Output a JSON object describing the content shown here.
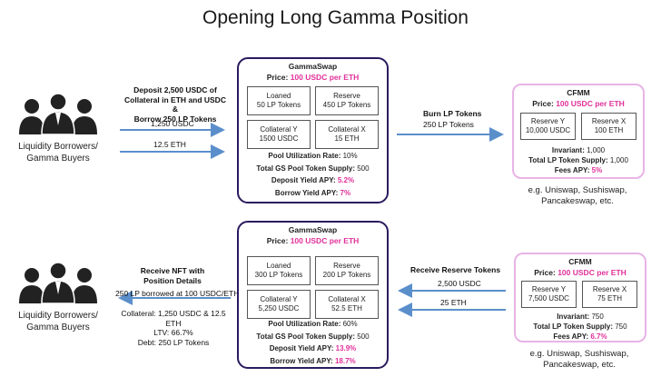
{
  "title": "Opening Long Gamma Position",
  "panels": [
    {
      "actor_label": [
        "Liquidity Borrowers/",
        "Gamma Buyers"
      ],
      "left_action": [
        "Deposit 2,500 USDC of",
        "Collateral in ETH and USDC &",
        "Borrow 250 LP Tokens"
      ],
      "left_flows": [
        "1,250 USDC",
        "12.5 ETH"
      ],
      "gammaswap": {
        "title": "GammaSwap",
        "price_label": "Price: ",
        "price_value": "100 USDC per ETH",
        "cells": [
          [
            "Loaned",
            "50 LP Tokens"
          ],
          [
            "Reserve",
            "450 LP Tokens"
          ],
          [
            "Collateral Y",
            "1500 USDC"
          ],
          [
            "Collateral X",
            "15 ETH"
          ]
        ],
        "stats": [
          {
            "label": "Pool Utilization Rate:",
            "value": " 10%",
            "highlight": false
          },
          {
            "label": "Total GS Pool Token Supply:",
            "value": " 500",
            "highlight": false
          },
          {
            "label": "Deposit Yield APY:",
            "value": " 5.2%",
            "highlight": true
          },
          {
            "label": "Borrow Yield APY:",
            "value": " 7%",
            "highlight": true
          }
        ]
      },
      "right_action": [
        "Burn LP Tokens"
      ],
      "right_flows": [
        "250 LP Tokens"
      ],
      "cfmm": {
        "title": "CFMM",
        "price_label": "Price: ",
        "price_value": "100 USDC per ETH",
        "cells": [
          [
            "Reserve Y",
            "10,000 USDC"
          ],
          [
            "Reserve X",
            "100 ETH"
          ]
        ],
        "stats": [
          {
            "label": "Invariant:",
            "value": " 1,000",
            "highlight": false
          },
          {
            "label": "Total LP Token Supply:",
            "value": " 1,000",
            "highlight": false
          },
          {
            "label": "Fees APY:",
            "value": " 5%",
            "highlight": true
          }
        ]
      },
      "examples": [
        "e.g. Uniswap, Sushiswap,",
        "Pancakeswap, etc."
      ]
    },
    {
      "actor_label": [
        "Liquidity Borrowers/",
        "Gamma Buyers"
      ],
      "left_action": [
        "Receive NFT with",
        "Position Details"
      ],
      "left_flows": [
        "250 LP borrowed  at 100 USDC/ETH",
        "Collateral: 1,250 USDC & 12.5 ETH",
        "LTV: 66.7%",
        "Debt: 250 LP Tokens"
      ],
      "gammaswap": {
        "title": "GammaSwap",
        "price_label": "Price: ",
        "price_value": "100 USDC per ETH",
        "cells": [
          [
            "Loaned",
            "300 LP Tokens"
          ],
          [
            "Reserve",
            "200 LP Tokens"
          ],
          [
            "Collateral Y",
            "5,250 USDC"
          ],
          [
            "Collateral X",
            "52.5 ETH"
          ]
        ],
        "stats": [
          {
            "label": "Pool Utilization Rate:",
            "value": " 60%",
            "highlight": false
          },
          {
            "label": "Total GS Pool Token Supply:",
            "value": " 500",
            "highlight": false
          },
          {
            "label": "Deposit Yield APY:",
            "value": " 13.9%",
            "highlight": true
          },
          {
            "label": "Borrow Yield APY:",
            "value": " 18.7%",
            "highlight": true
          }
        ]
      },
      "right_action": [
        "Receive Reserve Tokens"
      ],
      "right_flows": [
        "2,500 USDC",
        "25 ETH"
      ],
      "cfmm": {
        "title": "CFMM",
        "price_label": "Price: ",
        "price_value": "100 USDC per ETH",
        "cells": [
          [
            "Reserve Y",
            "7,500 USDC"
          ],
          [
            "Reserve X",
            "75 ETH"
          ]
        ],
        "stats": [
          {
            "label": "Invariant:",
            "value": " 750",
            "highlight": false
          },
          {
            "label": "Total LP Token Supply:",
            "value": " 750",
            "highlight": false
          },
          {
            "label": "Fees APY:",
            "value": " 6.7%",
            "highlight": true
          }
        ]
      },
      "examples": [
        "e.g. Uniswap, Sushiswap,",
        "Pancakeswap, etc."
      ]
    }
  ],
  "colors": {
    "arrow": "#5b8fcb",
    "gammaswap_border": "#2a1a5e",
    "cfmm_border": "#e8b4e6",
    "highlight": "#e0309a"
  },
  "icons": {
    "actor": "people-group-icon"
  }
}
